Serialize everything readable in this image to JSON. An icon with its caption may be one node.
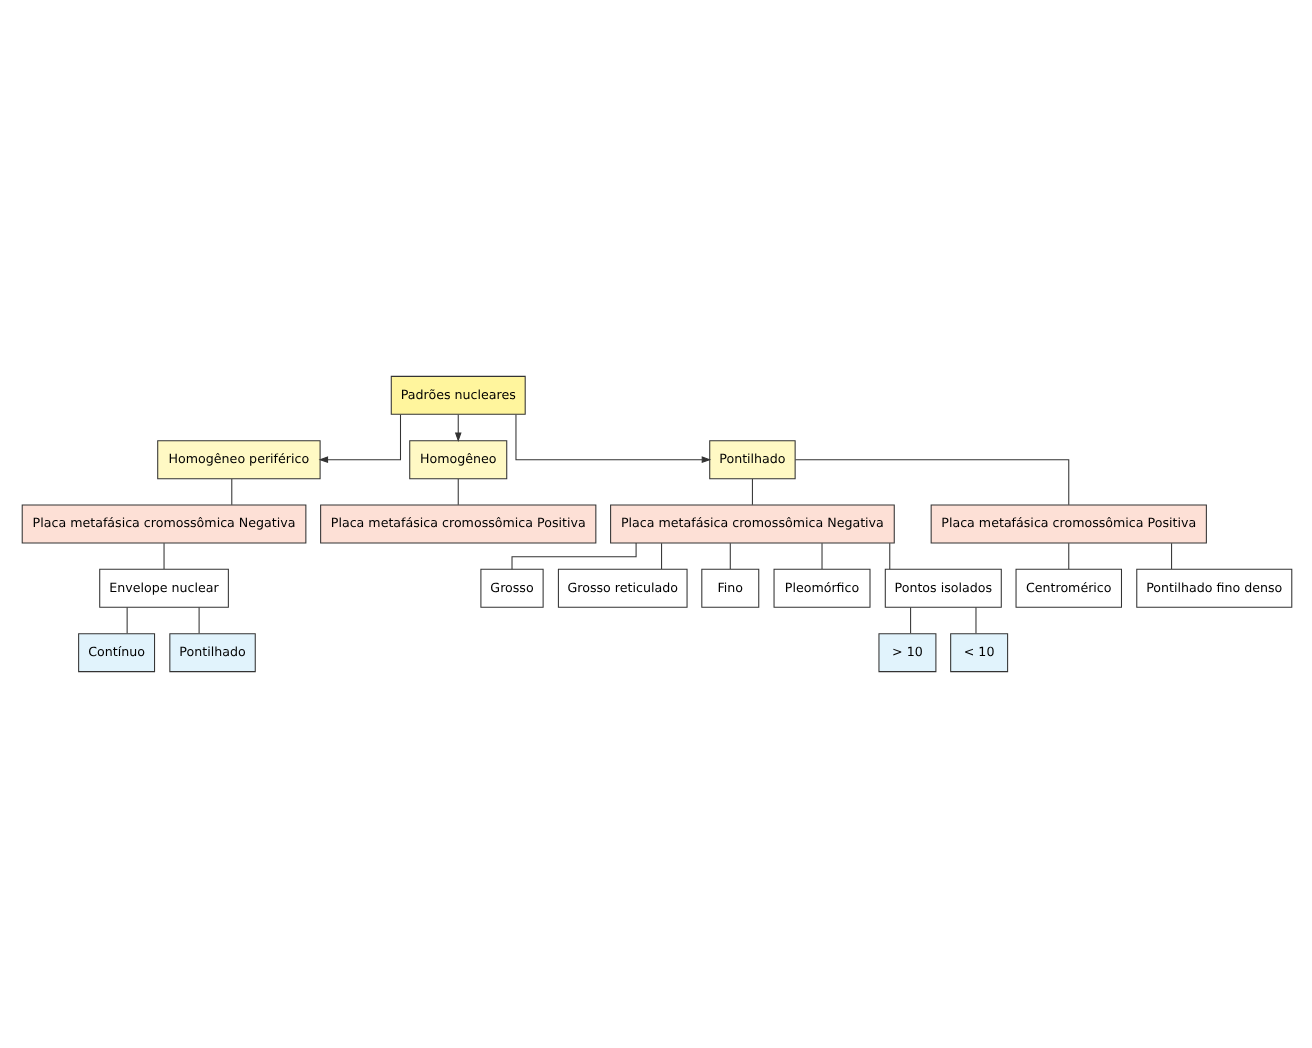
{
  "diagram": {
    "nodes": [
      {
        "text": [
          "Padrões nucleares"
        ]
      },
      {
        "text": [
          "Homogêneo periférico"
        ]
      },
      {
        "text": [
          "Homogêneo"
        ]
      },
      {
        "text": [
          "Pontilhado"
        ]
      },
      {
        "text": [
          "Placa metafásica cromossômica Negativa"
        ]
      },
      {
        "text": [
          "Placa metafásica cromossômica Positiva"
        ]
      },
      {
        "text": [
          "Placa metafásica cromossômica Negativa"
        ]
      },
      {
        "text": [
          "Placa metafásica cromossômica Positiva"
        ]
      },
      {
        "text": [
          "Envelope nuclear"
        ]
      },
      {
        "text": [
          "Contínuo"
        ]
      },
      {
        "text": [
          "Pontilhado"
        ]
      },
      {
        "text": [
          "Grosso"
        ]
      },
      {
        "text": [
          "Grosso reticulado"
        ]
      },
      {
        "text": [
          "Fino"
        ]
      },
      {
        "text": [
          "Pleomórfico"
        ]
      },
      {
        "text": [
          "Pontos isolados"
        ]
      },
      {
        "text": [
          "> 10"
        ]
      },
      {
        "text": [
          "< 10"
        ]
      },
      {
        "text": [
          "Centromérico"
        ]
      },
      {
        "text": [
          "Pontilhado fino denso"
        ]
      }
    ],
    "edges": [
      {
        "from": 0,
        "to": 1,
        "arrow": "to"
      },
      {
        "from": 0,
        "to": 2,
        "arrow": "to"
      },
      {
        "from": 0,
        "to": 3,
        "arrow": "to"
      },
      {
        "from": 1,
        "to": 4,
        "arrow": "none"
      },
      {
        "from": 2,
        "to": 5,
        "arrow": "none"
      },
      {
        "from": 3,
        "to": 6,
        "arrow": "none"
      },
      {
        "from": 3,
        "to": 7,
        "arrow": "none"
      },
      {
        "from": 4,
        "to": 8,
        "arrow": "none"
      },
      {
        "from": 8,
        "to": 9,
        "arrow": "none"
      },
      {
        "from": 8,
        "to": 10,
        "arrow": "none"
      },
      {
        "from": 6,
        "to": 11,
        "arrow": "none"
      },
      {
        "from": 6,
        "to": 12,
        "arrow": "none"
      },
      {
        "from": 6,
        "to": 13,
        "arrow": "none"
      },
      {
        "from": 6,
        "to": 14,
        "arrow": "none"
      },
      {
        "from": 6,
        "to": 15,
        "arrow": "none"
      },
      {
        "from": 15,
        "to": 16,
        "arrow": "none"
      },
      {
        "from": 15,
        "to": 17,
        "arrow": "none"
      },
      {
        "from": 7,
        "to": 18,
        "arrow": "none"
      },
      {
        "from": 7,
        "to": 19,
        "arrow": "none"
      }
    ]
  }
}
